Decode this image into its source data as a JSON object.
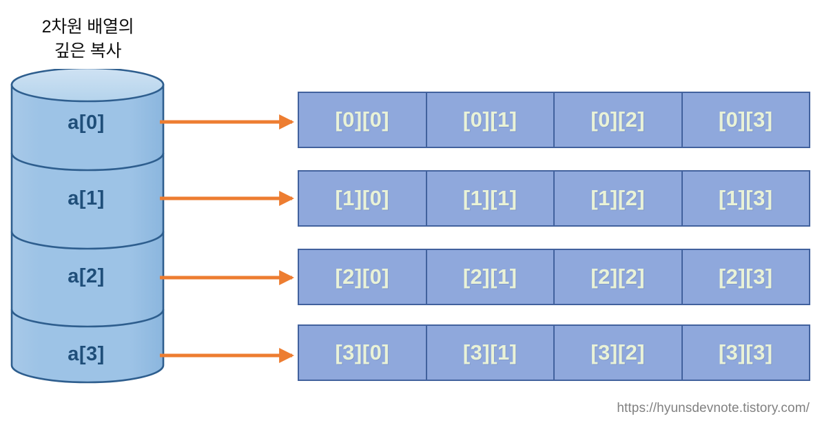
{
  "title": {
    "text": "2차원 배열의\n깊은 복사",
    "color": "#0d0d0d"
  },
  "cylinder": {
    "name": "array-reference-cylinder",
    "fill_color": "#9dc3e6",
    "top_fill_color": "#bdd7ee",
    "border_color": "#2e5e8e",
    "label_color": "#1f4e79",
    "segments": [
      {
        "label": "a[0]"
      },
      {
        "label": "a[1]"
      },
      {
        "label": "a[2]"
      },
      {
        "label": "a[3]"
      }
    ]
  },
  "arrows": {
    "color": "#ed7d31",
    "count": 4,
    "items": [
      {
        "from_label": "a[0]",
        "to_label": "row-0"
      },
      {
        "from_label": "a[1]",
        "to_label": "row-1"
      },
      {
        "from_label": "a[2]",
        "to_label": "row-2"
      },
      {
        "from_label": "a[3]",
        "to_label": "row-3"
      }
    ]
  },
  "grid": {
    "fill_color": "#8fa8dc",
    "border_color": "#41619d",
    "text_color": "#e9f2d7",
    "rows": [
      {
        "cells": [
          "[0][0]",
          "[0][1]",
          "[0][2]",
          "[0][3]"
        ]
      },
      {
        "cells": [
          "[1][0]",
          "[1][1]",
          "[1][2]",
          "[1][3]"
        ]
      },
      {
        "cells": [
          "[2][0]",
          "[2][1]",
          "[2][2]",
          "[2][3]"
        ]
      },
      {
        "cells": [
          "[3][0]",
          "[3][1]",
          "[3][2]",
          "[3][3]"
        ]
      }
    ]
  },
  "watermark": {
    "text": "https://hyunsdevnote.tistory.com/",
    "color": "#808080"
  }
}
